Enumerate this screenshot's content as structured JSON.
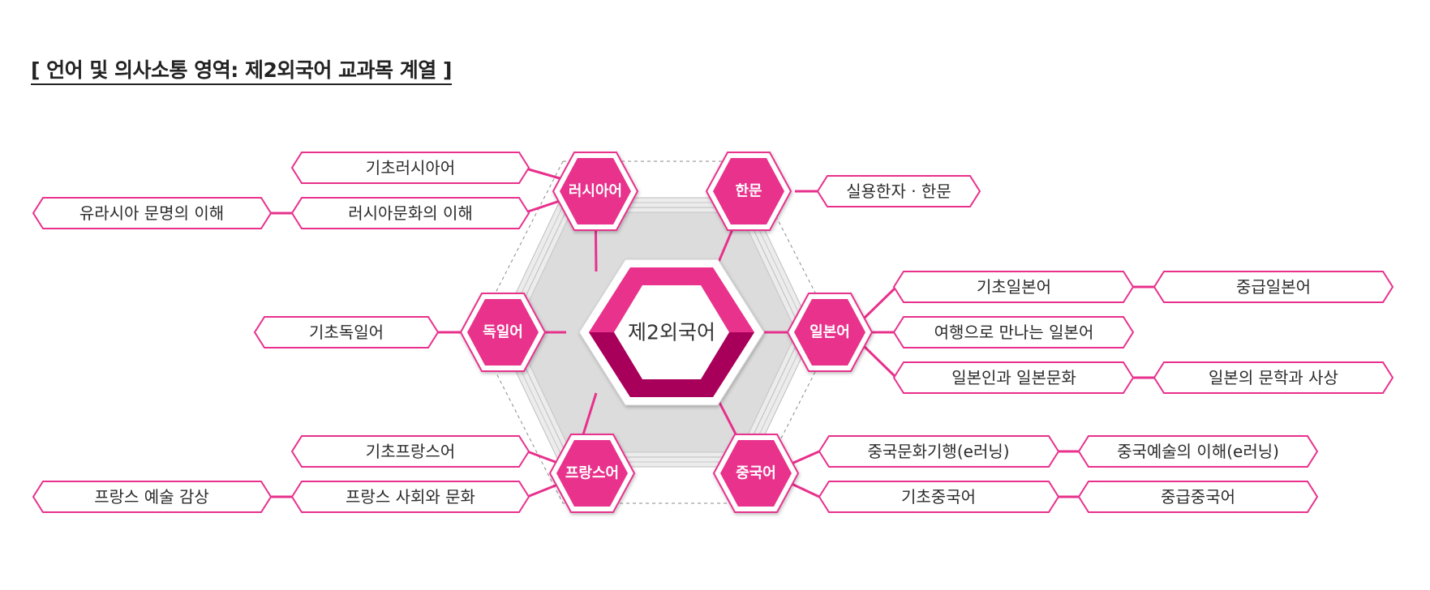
{
  "title": "[ 언어 및 의사소통 영역: 제2외국어 교과목 계열 ]",
  "colors": {
    "accent": "#e8308c",
    "accent_dark": "#a8005a",
    "gray": "#d9d9d9",
    "text": "#2b2b2b"
  },
  "center": {
    "label": "제2외국어"
  },
  "languages": [
    {
      "id": "russian",
      "label": "러시아어"
    },
    {
      "id": "hanmun",
      "label": "한문"
    },
    {
      "id": "japanese",
      "label": "일본어"
    },
    {
      "id": "chinese",
      "label": "중국어"
    },
    {
      "id": "french",
      "label": "프랑스어"
    },
    {
      "id": "german",
      "label": "독일어"
    }
  ],
  "courses": {
    "russian": [
      {
        "label": "기초러시아어"
      },
      {
        "label": "러시아문화의 이해"
      },
      {
        "label": "유라시아 문명의 이해"
      }
    ],
    "hanmun": [
      {
        "label": "실용한자 · 한문"
      }
    ],
    "japanese": [
      {
        "label": "기초일본어"
      },
      {
        "label": "중급일본어"
      },
      {
        "label": "여행으로 만나는 일본어"
      },
      {
        "label": "일본인과 일본문화"
      },
      {
        "label": "일본의 문학과 사상"
      }
    ],
    "chinese": [
      {
        "label": "중국문화기행(e러닝)"
      },
      {
        "label": "중국예술의 이해(e러닝)"
      },
      {
        "label": "기초중국어"
      },
      {
        "label": "중급중국어"
      }
    ],
    "french": [
      {
        "label": "기초프랑스어"
      },
      {
        "label": "프랑스 사회와 문화"
      },
      {
        "label": "프랑스 예술 감상"
      }
    ],
    "german": [
      {
        "label": "기초독일어"
      }
    ]
  }
}
